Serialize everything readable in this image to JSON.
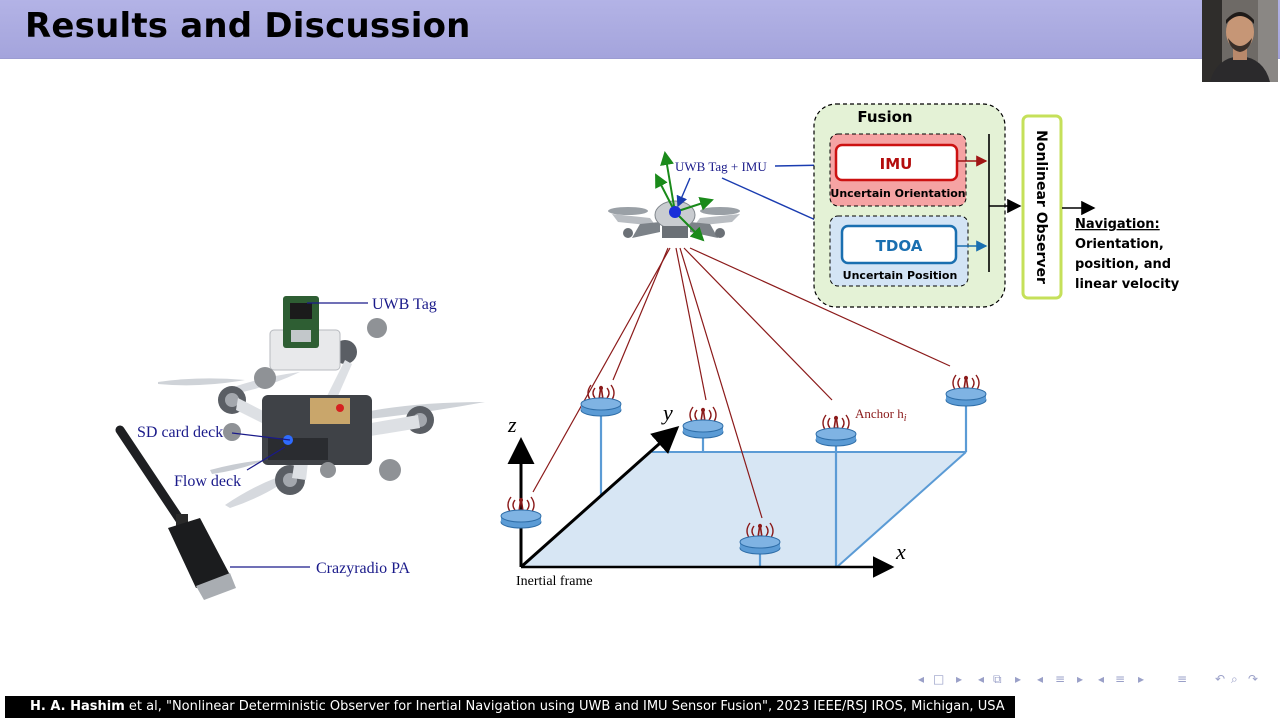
{
  "slide": {
    "title": "Results and Discussion"
  },
  "crazyflie": {
    "uwb_tag_label": "UWB Tag",
    "sd_card_label": "SD card deck",
    "flow_deck_label": "Flow deck",
    "radio_label": "Crazyradio PA"
  },
  "scene": {
    "tag_imu_label": "UWB Tag + IMU",
    "axis_z": "z",
    "axis_y": "y",
    "axis_x": "x",
    "inertial_frame_label": "Inertial frame",
    "anchor_label": "Anchor h",
    "anchor_subscript": "i"
  },
  "fusion": {
    "title": "Fusion",
    "imu_label": "IMU",
    "imu_caption": "Uncertain Orientation",
    "tdoa_label": "TDOA",
    "tdoa_caption": "Uncertain Position",
    "observer_label": "Nonlinear Observer",
    "navigation_heading": "Navigation:",
    "navigation_lines": [
      "Orientation,",
      "position, and",
      "linear velocity"
    ]
  },
  "footer": {
    "author": "H. A. Hashim",
    "citation": " et al, \"Nonlinear Deterministic Observer for Inertial Navigation using UWB and IMU Sensor Fusion\", 2023 IEEE/RSJ IROS, Michigan, USA"
  },
  "colors": {
    "header_bg": "#a9a9df",
    "fusion_bg": "#e4f2d6",
    "imu_bg": "#f5a3a3",
    "imu_border": "#cc1111",
    "tdoa_bg": "#d3e4f5",
    "tdoa_border": "#1a6fb0",
    "observer_border": "#c5e05a",
    "floor_fill": "#d7e6f4",
    "anchor_pole": "#5b9bd5",
    "signal_line": "#8b1a1a"
  }
}
